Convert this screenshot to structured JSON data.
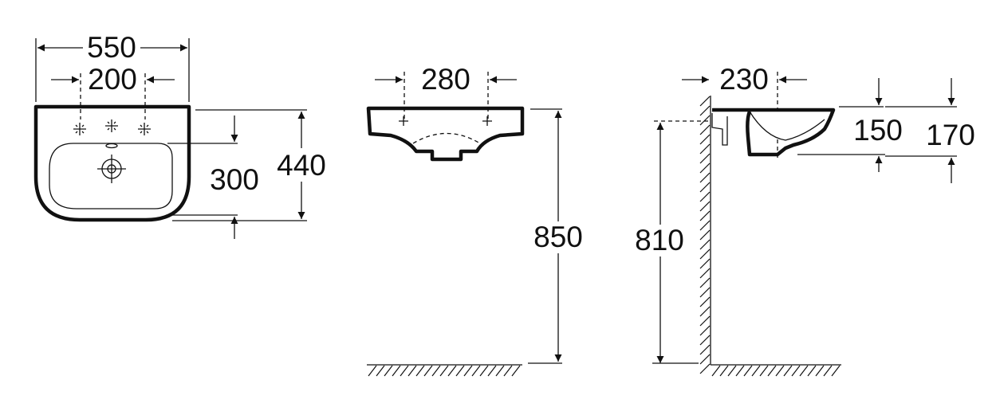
{
  "dimensions": {
    "front_width": "550",
    "tap_spacing": "200",
    "basin_depth": "300",
    "overall_depth": "440",
    "top_hole_spacing": "280",
    "rim_height": "850",
    "projection": "230",
    "bowl_depth": "150",
    "overall_height": "170",
    "mount_height": "810"
  }
}
